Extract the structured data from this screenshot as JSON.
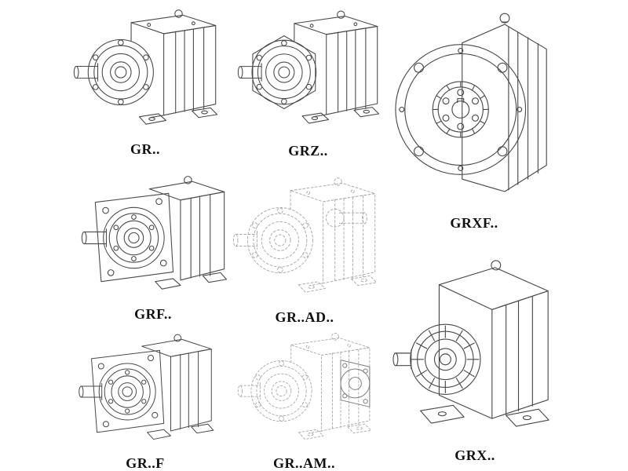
{
  "page": {
    "background": "#ffffff",
    "line_color": "#4a4a4a",
    "ghost_line_color": "#a8a8a8",
    "label_color": "#111111"
  },
  "figures": [
    {
      "id": "gr",
      "label": "GR..",
      "drawing": "gearbox-foot-mounted-side-view"
    },
    {
      "id": "grz",
      "label": "GRZ..",
      "drawing": "gearbox-foot-mounted-hex-housing-side-view"
    },
    {
      "id": "grxf",
      "label": "GRXF..",
      "drawing": "gearbox-flange-front-view"
    },
    {
      "id": "grf",
      "label": "GRF..",
      "drawing": "gearbox-flange-mounted-side-view"
    },
    {
      "id": "gr-ad",
      "label": "GR..AD..",
      "drawing": "gearbox-input-adapter-ghost-view"
    },
    {
      "id": "grx",
      "label": "GRX..",
      "drawing": "gearbox-finned-housing-iso-view"
    },
    {
      "id": "gr-f",
      "label": "GR..F",
      "drawing": "gearbox-flange-mounted-side-view"
    },
    {
      "id": "gr-am",
      "label": "GR..AM..",
      "drawing": "gearbox-motor-adapter-ghost-view"
    }
  ]
}
